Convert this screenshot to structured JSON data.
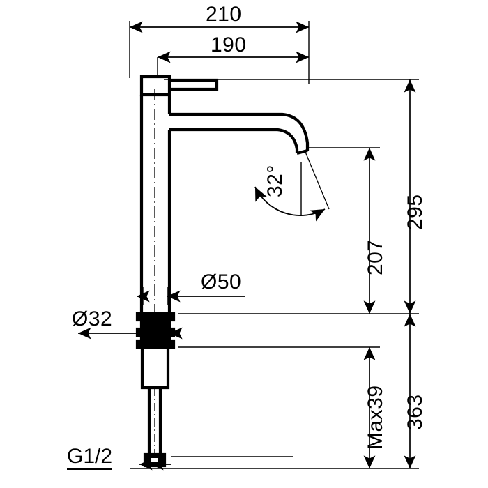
{
  "drawing": {
    "title": "Faucet technical dimension drawing",
    "subject": "single-lever basin mixer tap, side elevation",
    "units": "mm",
    "line_color": "#000000",
    "background_color": "#ffffff"
  },
  "dimensions": {
    "width_total": {
      "label": "210",
      "value": 210,
      "orientation": "horizontal",
      "position": "top"
    },
    "spout_reach": {
      "label": "190",
      "value": 190,
      "orientation": "horizontal",
      "position": "top"
    },
    "spout_height": {
      "label": "207",
      "value": 207,
      "orientation": "vertical",
      "position": "right-inner"
    },
    "overall_height": {
      "label": "295",
      "value": 295,
      "orientation": "vertical",
      "position": "right-outer"
    },
    "max_deck_thickness": {
      "label": "Max39",
      "value": 39,
      "orientation": "vertical",
      "position": "right-inner-lower"
    },
    "total_length": {
      "label": "363",
      "value": 363,
      "orientation": "vertical",
      "position": "right-outer-lower"
    },
    "body_diameter": {
      "label": "Ø50",
      "value": 50,
      "orientation": "horizontal",
      "position": "mid-right-leader"
    },
    "column_diameter": {
      "label": "Ø32",
      "value": 32,
      "orientation": "horizontal",
      "position": "mid-left-leader"
    },
    "spout_angle": {
      "label": "32°",
      "value": 32,
      "orientation": "rotated",
      "position": "spout-arc"
    },
    "thread_size": {
      "label": "G1/2",
      "value": "G1/2",
      "orientation": "horizontal",
      "position": "bottom-left-leader"
    }
  },
  "annotations": [
    {
      "name": "dim-210",
      "text": "210"
    },
    {
      "name": "dim-190",
      "text": "190"
    },
    {
      "name": "dim-207",
      "text": "207"
    },
    {
      "name": "dim-295",
      "text": "295"
    },
    {
      "name": "dim-max39",
      "text": "Max39"
    },
    {
      "name": "dim-363",
      "text": "363"
    },
    {
      "name": "dim-d50",
      "text": "Ø50"
    },
    {
      "name": "dim-d32",
      "text": "Ø32"
    },
    {
      "name": "dim-angle-32deg",
      "text": "32°"
    },
    {
      "name": "dim-thread-g12",
      "text": "G1/2"
    }
  ]
}
